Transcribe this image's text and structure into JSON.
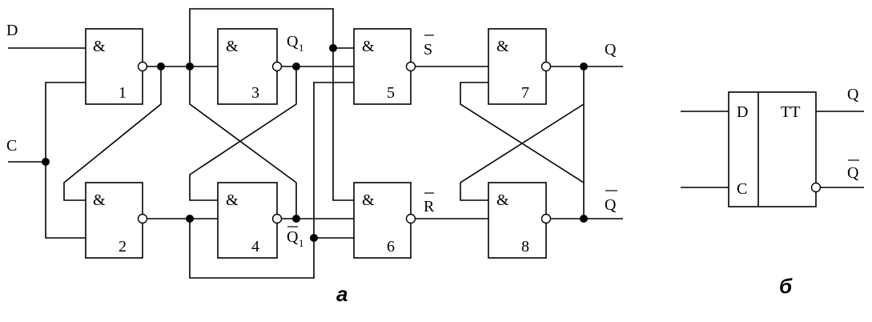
{
  "inputs": {
    "d": "D",
    "c": "C"
  },
  "gates": [
    {
      "symbol": "&",
      "number": "1"
    },
    {
      "symbol": "&",
      "number": "2"
    },
    {
      "symbol": "&",
      "number": "3"
    },
    {
      "symbol": "&",
      "number": "4"
    },
    {
      "symbol": "&",
      "number": "5"
    },
    {
      "symbol": "&",
      "number": "6"
    },
    {
      "symbol": "&",
      "number": "7"
    },
    {
      "symbol": "&",
      "number": "8"
    }
  ],
  "signals": {
    "q1": "Q",
    "q1_sub": "1",
    "nq1": "Q",
    "nq1_sub": "1",
    "s": "S",
    "r": "R",
    "q": "Q",
    "nq": "Q"
  },
  "block": {
    "title": "TT",
    "in_d": "D",
    "in_c": "C",
    "out_q": "Q",
    "out_nq": "Q"
  },
  "captions": {
    "a": "а",
    "b": "б"
  }
}
